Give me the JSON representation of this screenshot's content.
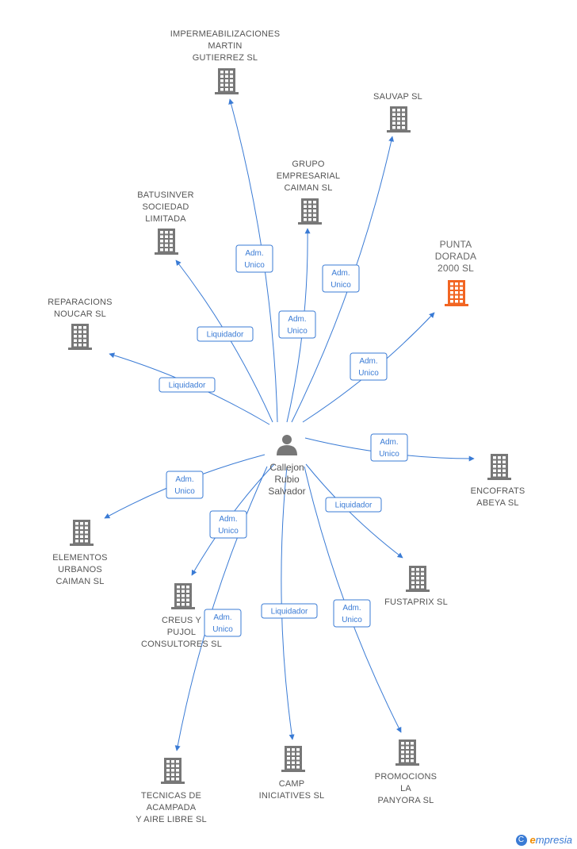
{
  "center": {
    "name": "Callejon\nRubio\nSalvador",
    "icon": "person-icon"
  },
  "colors": {
    "edge": "#3a7bd5",
    "building": "#777777",
    "highlight": "#f26522"
  },
  "nodes": [
    {
      "id": "impermeabilizaciones",
      "name": "IMPERMEABILIZACIONES\nMARTIN\nGUTIERREZ SL",
      "icon": "building-icon",
      "highlight": false
    },
    {
      "id": "sauvap",
      "name": "SAUVAP SL",
      "icon": "building-icon",
      "highlight": false
    },
    {
      "id": "grupo-empresarial",
      "name": "GRUPO\nEMPRESARIAL\nCAIMAN SL",
      "icon": "building-icon",
      "highlight": false
    },
    {
      "id": "batusinver",
      "name": "BATUSINVER\nSOCIEDAD\nLIMITADA",
      "icon": "building-icon",
      "highlight": false
    },
    {
      "id": "punta-dorada",
      "name": "PUNTA\nDORADA\n2000 SL",
      "icon": "building-icon",
      "highlight": true
    },
    {
      "id": "reparacions",
      "name": "REPARACIONS\nNOUCAR SL",
      "icon": "building-icon",
      "highlight": false
    },
    {
      "id": "encofrats",
      "name": "ENCOFRATS\nABEYA SL",
      "icon": "building-icon",
      "highlight": false
    },
    {
      "id": "elementos",
      "name": "ELEMENTOS\nURBANOS\nCAIMAN SL",
      "icon": "building-icon",
      "highlight": false
    },
    {
      "id": "fustaprix",
      "name": "FUSTAPRIX SL",
      "icon": "building-icon",
      "highlight": false
    },
    {
      "id": "creus",
      "name": "CREUS Y\nPUJOL\nCONSULTORES SL",
      "icon": "building-icon",
      "highlight": false
    },
    {
      "id": "tecnicas",
      "name": "TECNICAS DE\nACAMPADA\nY AIRE LIBRE SL",
      "icon": "building-icon",
      "highlight": false
    },
    {
      "id": "camp",
      "name": "CAMP\nINICIATIVES SL",
      "icon": "building-icon",
      "highlight": false
    },
    {
      "id": "promocions",
      "name": "PROMOCIONS\nLA\nPANYORA SL",
      "icon": "building-icon",
      "highlight": false
    }
  ],
  "edges": [
    {
      "to": "impermeabilizaciones",
      "label": "Adm.\nUnico"
    },
    {
      "to": "sauvap",
      "label": "Adm.\nUnico"
    },
    {
      "to": "grupo-empresarial",
      "label": "Adm.\nUnico"
    },
    {
      "to": "batusinver",
      "label": "Liquidador"
    },
    {
      "to": "punta-dorada",
      "label": "Adm.\nUnico"
    },
    {
      "to": "reparacions",
      "label": "Liquidador"
    },
    {
      "to": "encofrats",
      "label": "Adm.\nUnico"
    },
    {
      "to": "elementos",
      "label": "Adm.\nUnico"
    },
    {
      "to": "fustaprix",
      "label": "Liquidador"
    },
    {
      "to": "creus",
      "label": "Adm.\nUnico"
    },
    {
      "to": "tecnicas",
      "label": "Adm.\nUnico"
    },
    {
      "to": "camp",
      "label": "Liquidador"
    },
    {
      "to": "promocions",
      "label": "Adm.\nUnico"
    }
  ],
  "footer": {
    "copyright_symbol": "C",
    "brand_initial": "e",
    "brand_rest": "mpresia"
  }
}
